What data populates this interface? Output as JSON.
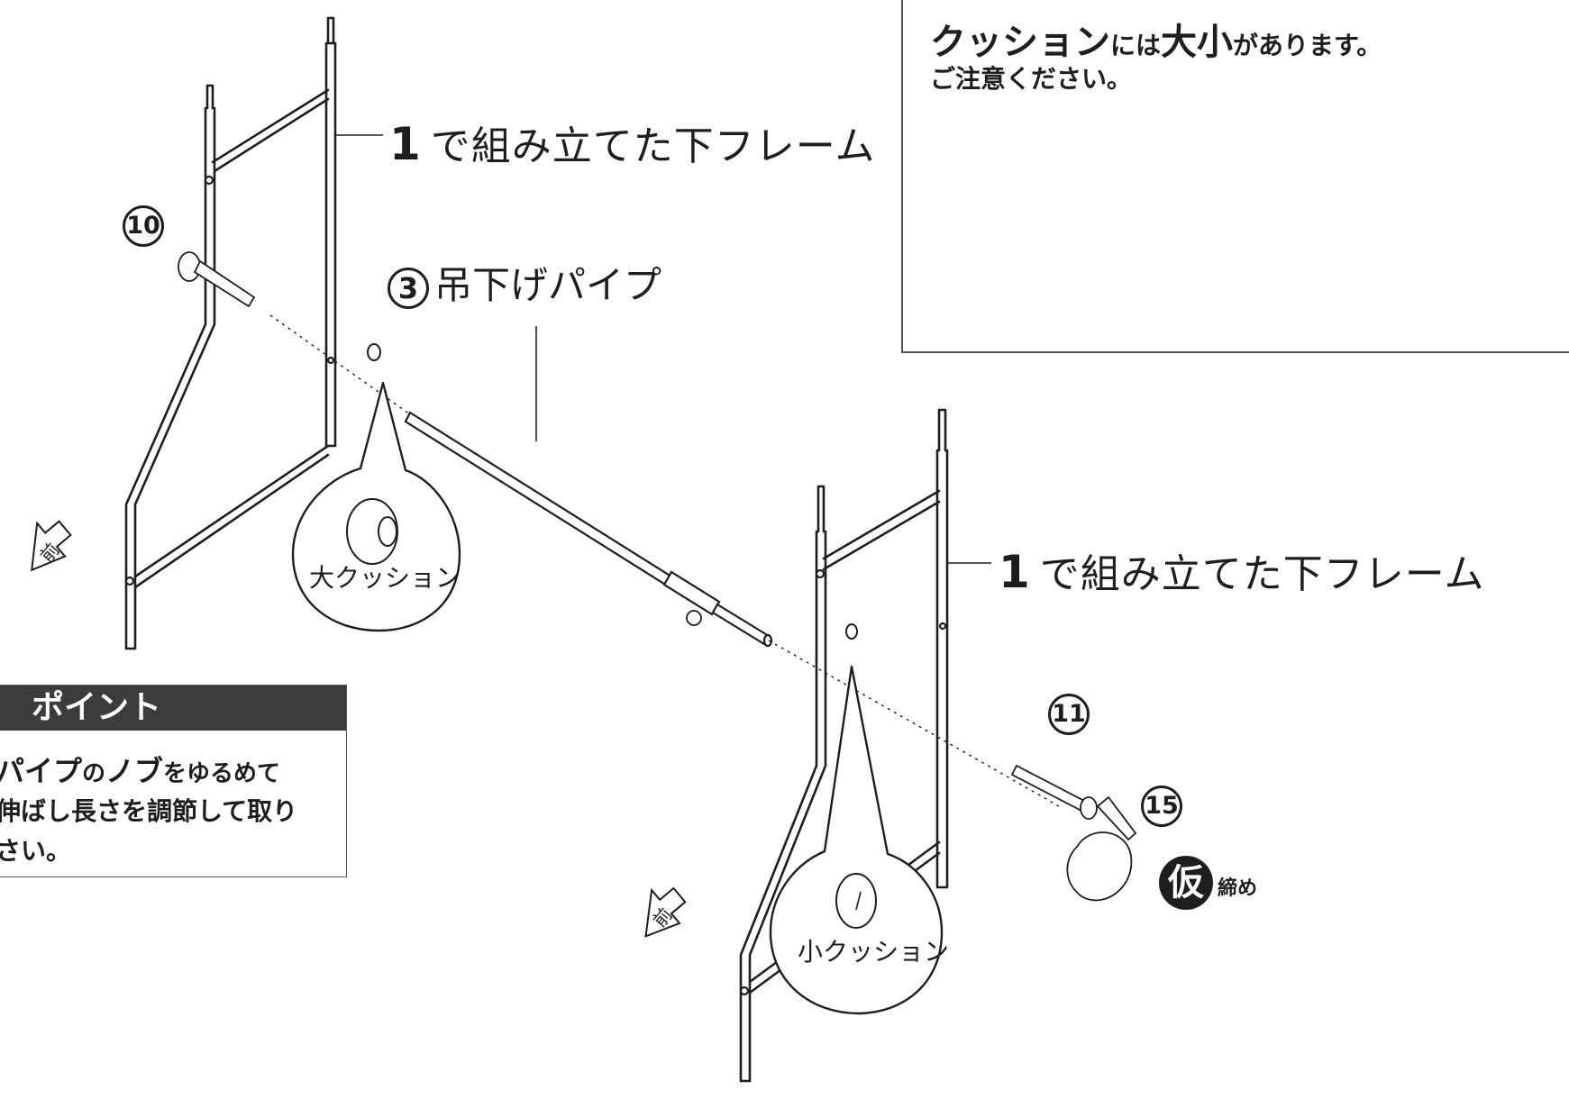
{
  "frame_label": {
    "number": "1",
    "text": "で組み立てた下フレーム"
  },
  "pipe_label": {
    "number": "3",
    "text": "吊下げパイプ"
  },
  "parts": {
    "cap_bolt": "10",
    "long_bolt": "11",
    "hex_wrench": "15"
  },
  "cushions": {
    "large": "大クッション",
    "small": "小クッション"
  },
  "note": {
    "word_cushion": "クッション",
    "particle_ni_wa": "には",
    "word_size": "大小",
    "ending": "があります。",
    "line2": "ご注意ください。"
  },
  "point": {
    "header": "ポイント",
    "line1_part1": "パイプ",
    "line1_part2": "の",
    "line1_part3": "ノブ",
    "line1_part4": "をゆるめて",
    "line2": "伸ばし長さを調節して取り",
    "line3": "さい。"
  },
  "tighten": {
    "badge": "仮",
    "text": "締め"
  },
  "front_marker": "前",
  "colors": {
    "ink": "#1e1e1e",
    "header_bg": "#3c3c3c",
    "paper": "#ffffff"
  }
}
